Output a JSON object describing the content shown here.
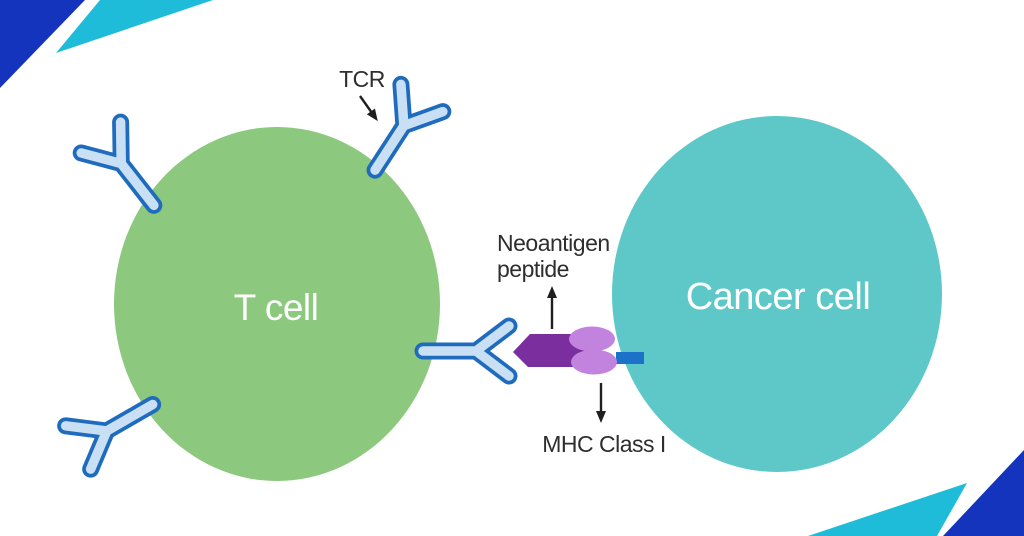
{
  "diagram": {
    "t_cell": {
      "label": "T cell",
      "fill": "#8cc87d",
      "label_color": "#ffffff"
    },
    "cancer_cell": {
      "label": "Cancer cell",
      "fill": "#5ec8c9",
      "label_color": "#ffffff"
    },
    "annotations": {
      "tcr": "TCR",
      "neoantigen_line1": "Neoantigen",
      "neoantigen_line2": "peptide",
      "mhc": "MHC Class I"
    },
    "colors": {
      "background": "#ffffff",
      "receptor_outline": "#1f6cbe",
      "receptor_body": "#c9e0f4",
      "neoantigen_peptide_fill": "#7b2e9d",
      "mhc_molecule_fill": "#c283de",
      "membrane_anchor_fill": "#1b72c8",
      "annotation_text": "#2e2e2e",
      "arrow_stroke": "#1f1f1f",
      "corner_dark_blue": "#1434bd",
      "corner_cyan": "#1ebcd9"
    }
  }
}
